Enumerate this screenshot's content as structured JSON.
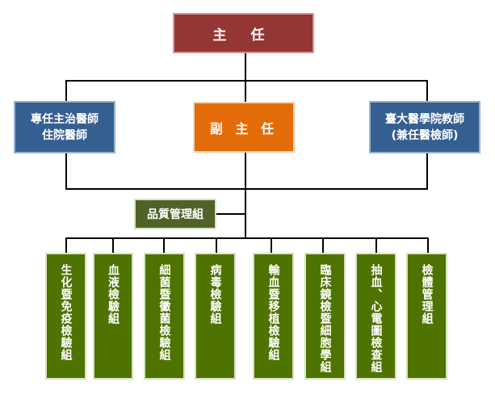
{
  "org_chart": {
    "director": "主 任",
    "deputy_director": "副 主 任",
    "attending_physicians": [
      "專任主治醫師",
      "住院醫師"
    ],
    "ntu_faculty": [
      "臺大醫學院教師",
      "(兼任醫檢師)"
    ],
    "quality_management": "品質管理組",
    "divisions": [
      "生化暨免疫檢驗組",
      "血液檢驗組",
      "細菌暨黴菌檢驗組",
      "病毒檢驗組",
      "輸血暨移植檢驗組",
      "臨床鏡檢暨細胞學組",
      "抽血、心電圖檢查組",
      "檢體管理組"
    ]
  },
  "colors": {
    "director": "#943634",
    "deputy": "#e36c09",
    "physician": "#365f91",
    "division": "#4e7300"
  }
}
